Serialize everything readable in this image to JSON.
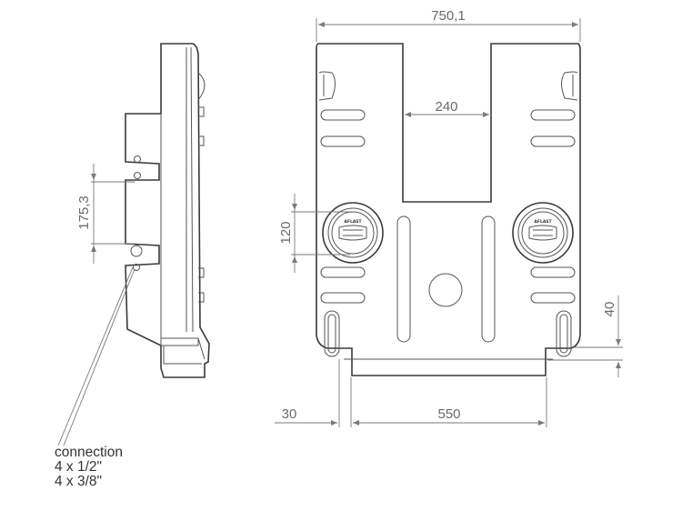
{
  "dimensions": {
    "total_width": "750,1",
    "slot_width": "240",
    "port_spacing": "120",
    "side_spacing": "175,3",
    "foot_height": "40",
    "foot_offset": "30",
    "base_width": "550"
  },
  "connection_note": {
    "title": "connection",
    "line1": "4 x 1/2\"",
    "line2": "4 x 3/8\""
  },
  "cap_brand": "AFLAST",
  "colors": {
    "line": "#3a3a3a",
    "dimension": "#7a7a7a"
  }
}
